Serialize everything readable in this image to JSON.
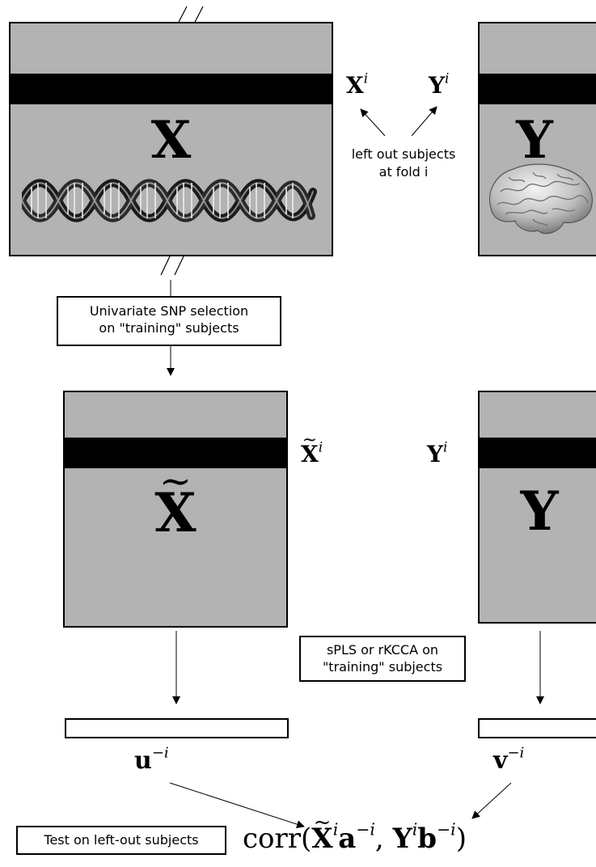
{
  "top": {
    "x_matrix_symbol": "X",
    "y_matrix_symbol": "Y",
    "xi_label": {
      "base": "X",
      "sup": "i"
    },
    "yi_label": {
      "base": "Y",
      "sup": "i"
    },
    "left_out_text": [
      "left out subjects",
      "at fold i"
    ]
  },
  "selection_box": [
    "Univariate SNP selection",
    "on \"training\" subjects"
  ],
  "middle": {
    "xtilde_symbol": "X",
    "y_symbol": "Y",
    "xtilde_i_label": {
      "base": "X",
      "sup": "i"
    },
    "yi_label": {
      "base": "Y",
      "sup": "i"
    }
  },
  "method_box": [
    "sPLS or rKCCA on",
    "\"training\" subjects"
  ],
  "bottom": {
    "u_label": {
      "base": "u",
      "sup": "−i"
    },
    "v_label": {
      "base": "v",
      "sup": "−i"
    },
    "test_box": "Test on left-out subjects",
    "corr_expression": {
      "prefix": "corr(",
      "x": "X",
      "x_sup": "i",
      "a": "a",
      "a_sup": "−i",
      "comma": ", ",
      "y": "Y",
      "y_sup": "i",
      "b": "b",
      "b_sup": "−i",
      "suffix": ")"
    }
  },
  "icons": [
    "dna-helix-icon",
    "brain-icon",
    "break-marks-icon"
  ],
  "colors": {
    "panel_gray": "#b3b3b3",
    "band_black": "#000000"
  }
}
